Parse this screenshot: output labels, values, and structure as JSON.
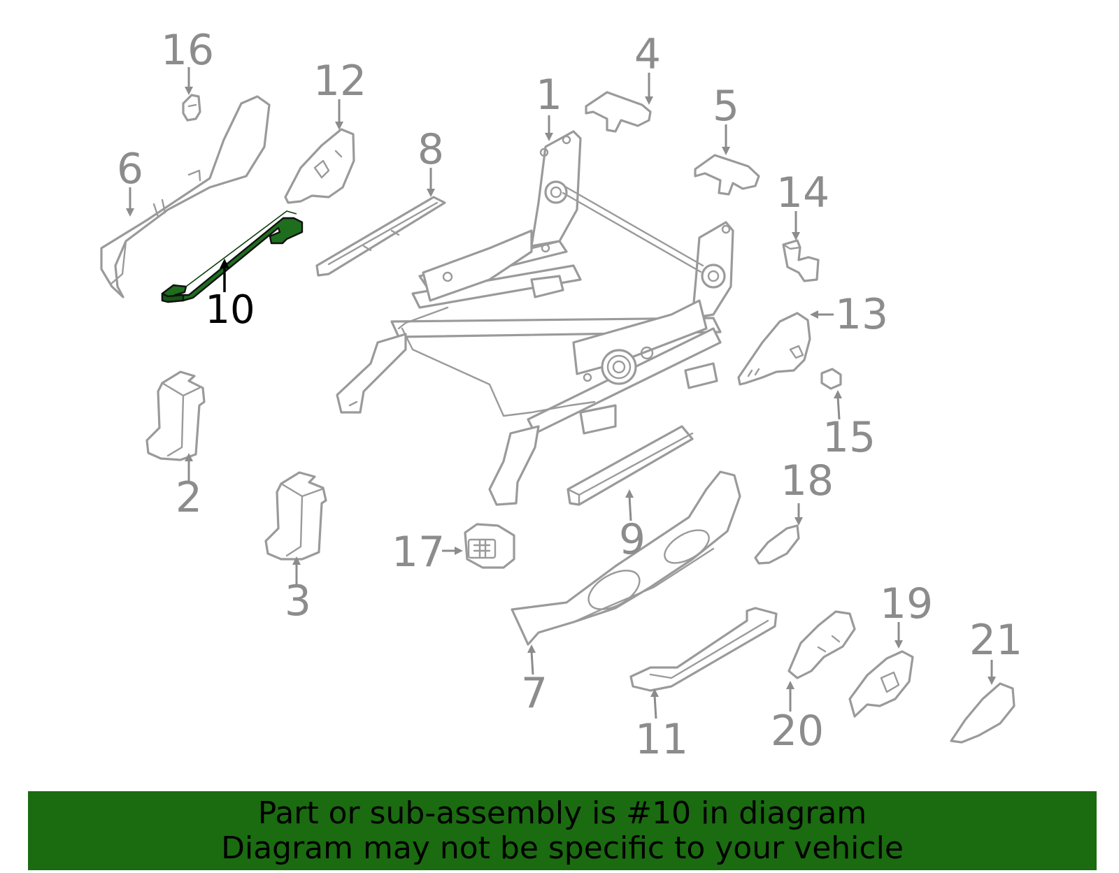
{
  "colors": {
    "highlight_part": "#1e6e1e",
    "banner_background": "#1b6b11",
    "part_outline": "#9a9a9a",
    "callout_text": "#8c8c8c",
    "highlight_callout": "#000000"
  },
  "callouts": [
    {
      "id": "1",
      "label": "1"
    },
    {
      "id": "2",
      "label": "2"
    },
    {
      "id": "3",
      "label": "3"
    },
    {
      "id": "4",
      "label": "4"
    },
    {
      "id": "5",
      "label": "5"
    },
    {
      "id": "6",
      "label": "6"
    },
    {
      "id": "7",
      "label": "7"
    },
    {
      "id": "8",
      "label": "8"
    },
    {
      "id": "9",
      "label": "9"
    },
    {
      "id": "10",
      "label": "10",
      "highlighted": true
    },
    {
      "id": "11",
      "label": "11"
    },
    {
      "id": "12",
      "label": "12"
    },
    {
      "id": "13",
      "label": "13"
    },
    {
      "id": "14",
      "label": "14"
    },
    {
      "id": "15",
      "label": "15"
    },
    {
      "id": "16",
      "label": "16"
    },
    {
      "id": "17",
      "label": "17"
    },
    {
      "id": "18",
      "label": "18"
    },
    {
      "id": "19",
      "label": "19"
    },
    {
      "id": "20",
      "label": "20"
    },
    {
      "id": "21",
      "label": "21"
    }
  ],
  "banner": {
    "line1": "Part or sub-assembly is #10 in diagram",
    "line2": "Diagram may not be specific to your vehicle"
  }
}
